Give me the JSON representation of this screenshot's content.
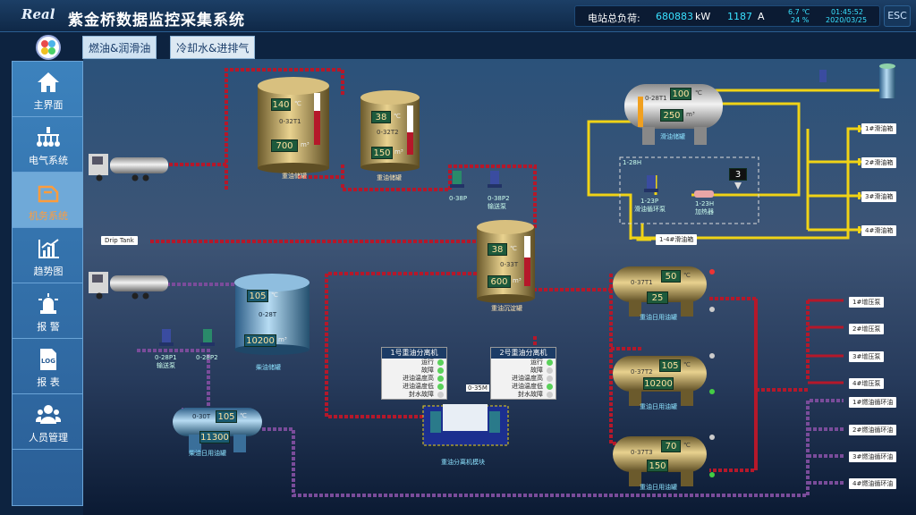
{
  "header": {
    "logo_text": "Real",
    "title": "紫金桥数据监控采集系统",
    "total_load_label": "电站总负荷:",
    "total_load_value": "680883",
    "load_unit": "kW",
    "current_value": "1187",
    "current_unit": "A",
    "temperature": "6.7 ℃",
    "humidity": "24 %",
    "time": "01:45:52",
    "date": "2020/03/25",
    "esc_label": "ESC"
  },
  "sidebar": {
    "items": [
      {
        "label": "主界面",
        "icon": "home-icon"
      },
      {
        "label": "电气系统",
        "icon": "electric-network-icon"
      },
      {
        "label": "机务系统",
        "icon": "mechanical-icon",
        "active": true
      },
      {
        "label": "趋势图",
        "icon": "trend-chart-icon"
      },
      {
        "label": "报 警",
        "icon": "alarm-light-icon"
      },
      {
        "label": "报 表",
        "icon": "log-report-icon"
      },
      {
        "label": "人员管理",
        "icon": "users-icon"
      }
    ]
  },
  "tabs": [
    {
      "label": "燃油&润滑油",
      "active": true
    },
    {
      "label": "冷却水&进排气",
      "active": false
    }
  ],
  "colors": {
    "fuel_pipe": "#b5182a",
    "lube_pipe": "#f0d316",
    "return_pipe": "#7a4c9a"
  },
  "tanks": {
    "t1": {
      "code": "0-32T1",
      "temp": "140",
      "level": "700",
      "name": "重油储罐"
    },
    "t2": {
      "code": "0-32T2",
      "temp": "38",
      "level": "150",
      "name": "重油储罐"
    },
    "t3": {
      "code": "0-33T",
      "temp": "38",
      "level": "600",
      "name": "重油沉淀罐"
    },
    "t4": {
      "code": "0-28T",
      "temp": "105",
      "level": "10200",
      "name": "柴油储罐"
    },
    "t5": {
      "code": "0-30T",
      "temp": "105",
      "level": "11300",
      "name": "柴油日用油罐"
    },
    "lube": {
      "code": "0-28T1",
      "temp": "100",
      "level": "250",
      "name": "滑油储罐"
    },
    "day1": {
      "code": "0-37T1",
      "temp": "50",
      "level": "25",
      "name": "重油日用油罐"
    },
    "day2": {
      "code": "0-37T2",
      "temp": "105",
      "level": "10200",
      "name": "重油日用油罐"
    },
    "day3": {
      "code": "0-37T3",
      "temp": "70",
      "level": "150",
      "name": "重油日用油罐"
    }
  },
  "units": {
    "temp": "℃",
    "volume": "m³"
  },
  "pumps": {
    "p1": {
      "code": "0-38P",
      "name": ""
    },
    "p2": {
      "code": "0-38P2",
      "name": "输送泵"
    },
    "p3": {
      "code": "0-28P1",
      "name": "输送泵"
    },
    "p4": {
      "code": "0-28P2",
      "name": ""
    },
    "lube_pump": {
      "code": "1-23P",
      "name": "滑油循环泵"
    },
    "lube_heater": {
      "code": "1-23H",
      "name": "加热器"
    }
  },
  "lube_box": {
    "tag": "1-28H",
    "value": "3"
  },
  "drip_tank_label": "Drip Tank",
  "lube_total_label": "1-4#滑油箱",
  "lube_outputs": [
    "1#滑油箱",
    "2#滑油箱",
    "3#滑油箱",
    "4#滑油箱"
  ],
  "booster_outputs": [
    "1#增压泵",
    "2#增压泵",
    "3#增压泵",
    "4#增压泵"
  ],
  "circ_outputs": [
    "1#燃油循环油",
    "2#燃油循环油",
    "3#燃油循环油",
    "4#燃油循环油"
  ],
  "separators": {
    "s1": {
      "title": "1号重油分离机"
    },
    "s2": {
      "title": "2号重油分离机"
    },
    "rows": [
      "运行",
      "故障",
      "进油温度高",
      "进油温度低",
      "封水故障"
    ],
    "unit_tag": "0-35M",
    "unit_name": "重油分离机模块"
  }
}
